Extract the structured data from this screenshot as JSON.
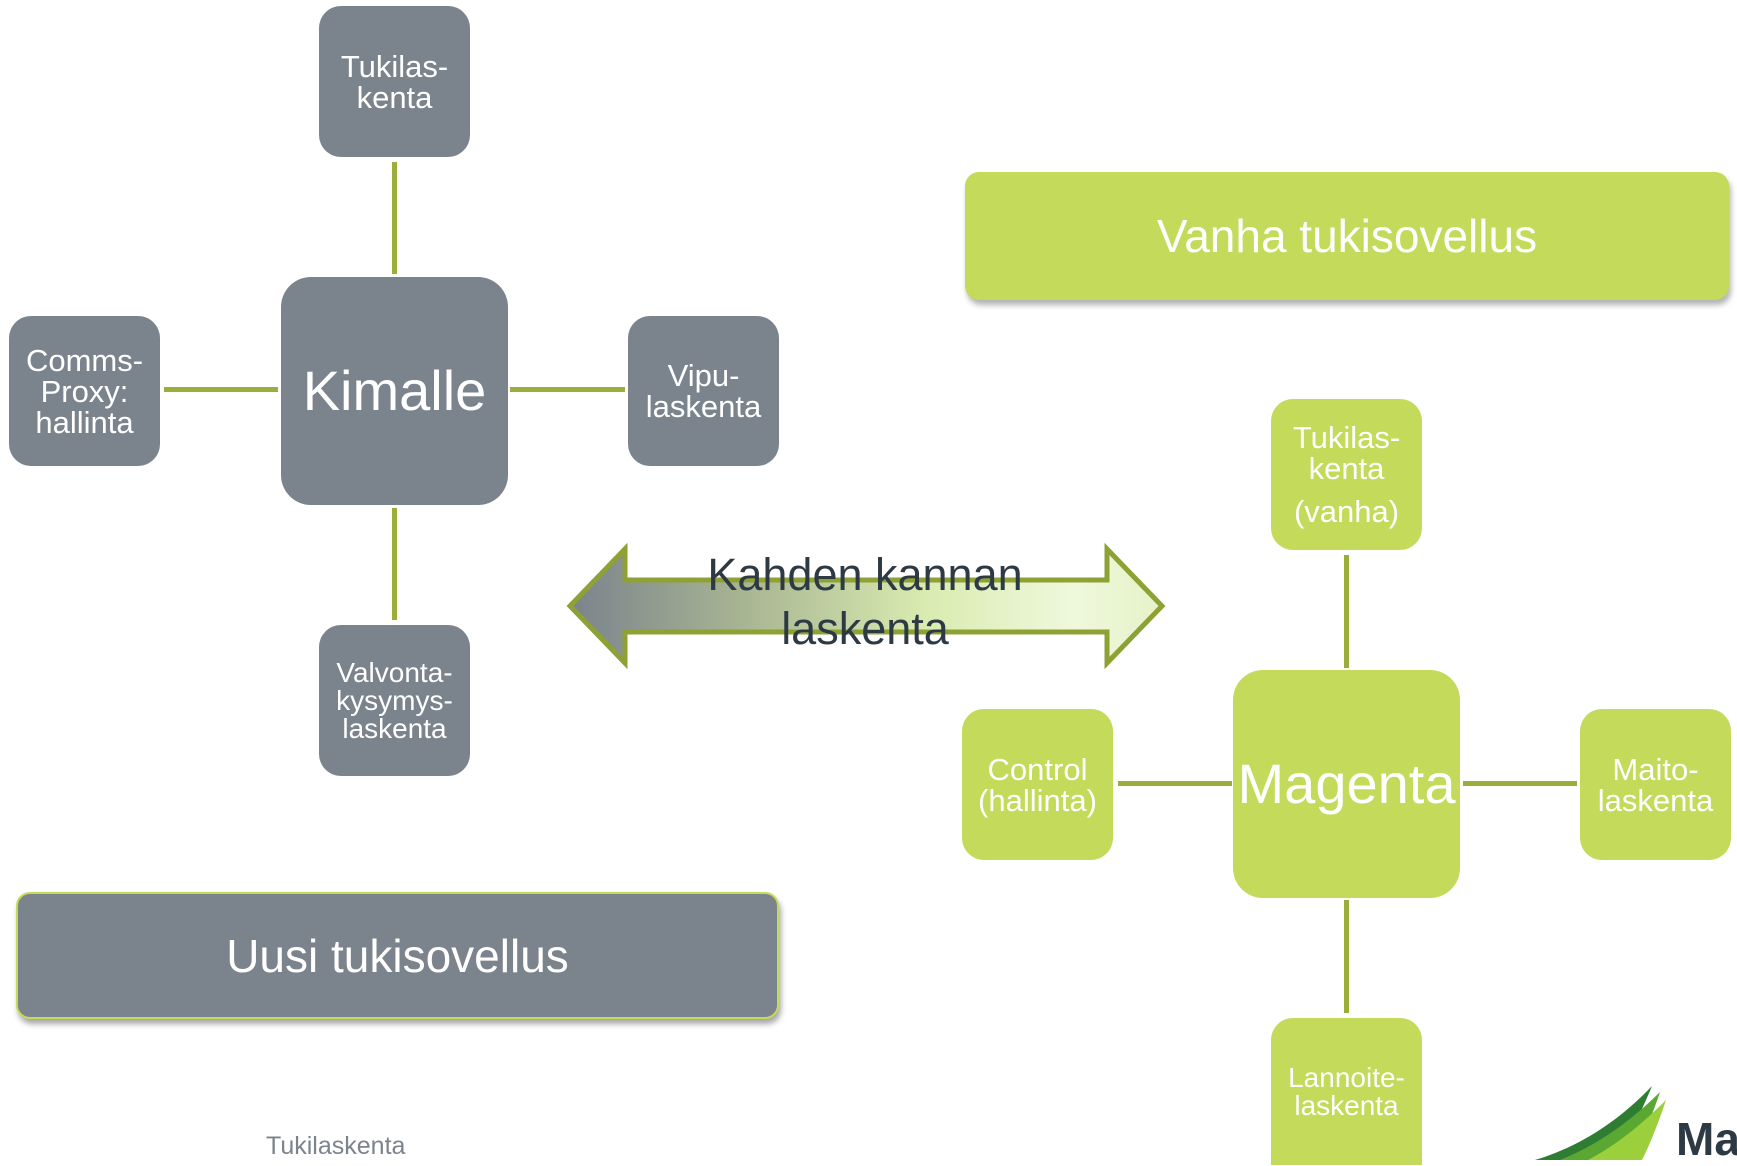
{
  "left_group": {
    "hub": "Kimalle",
    "top": [
      "Tukilas-",
      "kenta"
    ],
    "left": [
      "Comms-",
      "Proxy:",
      "hallinta"
    ],
    "right": [
      "Vipu-",
      "laskenta"
    ],
    "bottom": [
      "Valvonta-",
      "kysymys-",
      "laskenta"
    ],
    "banner": "Uusi tukisovellus"
  },
  "right_group": {
    "banner": "Vanha tukisovellus",
    "hub": "Magenta",
    "top": [
      "Tukilas-",
      "kenta",
      "(vanha)"
    ],
    "left": [
      "Control",
      "(hallinta)"
    ],
    "right": [
      "Maito-",
      "laskenta"
    ],
    "bottom": [
      "Lannoite-",
      "laskenta"
    ]
  },
  "arrow": {
    "label": [
      "Kahden kannan",
      "laskenta"
    ]
  },
  "footer": {
    "text": "Tukilaskenta"
  },
  "logo": {
    "text": "Ma"
  },
  "colors": {
    "grey": "#7b838c",
    "lime": "#c3da5a",
    "connector": "#9aae3a",
    "text_dark": "#2d3a44"
  }
}
